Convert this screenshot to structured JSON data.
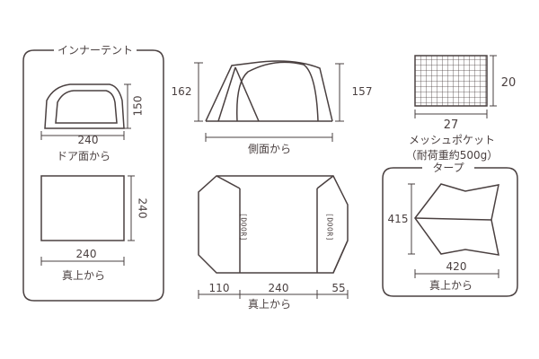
{
  "inner_tent": {
    "title": "インナーテント",
    "door_view": {
      "height": "150",
      "width": "240",
      "caption": "ドア面から"
    },
    "top_view": {
      "height": "240",
      "width": "240",
      "caption": "真上から"
    }
  },
  "tent": {
    "side_view": {
      "left_height": "162",
      "right_height": "157",
      "caption": "側面から"
    },
    "top_view": {
      "door_label_left": "[DOOR]",
      "door_label_right": "[DOOR]",
      "dim_left": "110",
      "dim_center": "240",
      "dim_right": "55",
      "caption": "真上から"
    }
  },
  "mesh_pocket": {
    "height": "20",
    "width": "27",
    "caption_line1": "メッシュポケット",
    "caption_line2": "（耐荷重約500g）"
  },
  "tarp": {
    "title": "タープ",
    "height": "415",
    "width": "420",
    "caption": "真上から"
  },
  "colors": {
    "line": "#4a4040",
    "background": "#ffffff"
  }
}
